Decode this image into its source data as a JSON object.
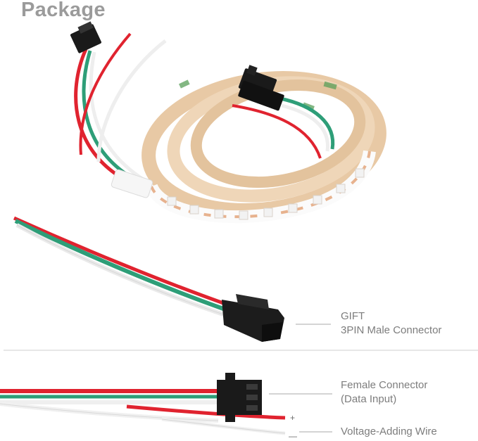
{
  "title": "Package",
  "gift": {
    "line1": "GIFT",
    "line2": "3PIN Male Connector"
  },
  "female": {
    "line1": "Female Connector",
    "line2": "(Data Input)"
  },
  "voltage": {
    "label": "Voltage-Adding Wire",
    "plus": "+",
    "minus": "—"
  },
  "colors": {
    "wire_red": "#e0232f",
    "wire_green": "#2e9e78",
    "wire_white": "#f2f2f2",
    "strip_tan": "#e9ccaa",
    "connector_black": "#1a1a1a",
    "text_gray": "#7d7d7d"
  }
}
